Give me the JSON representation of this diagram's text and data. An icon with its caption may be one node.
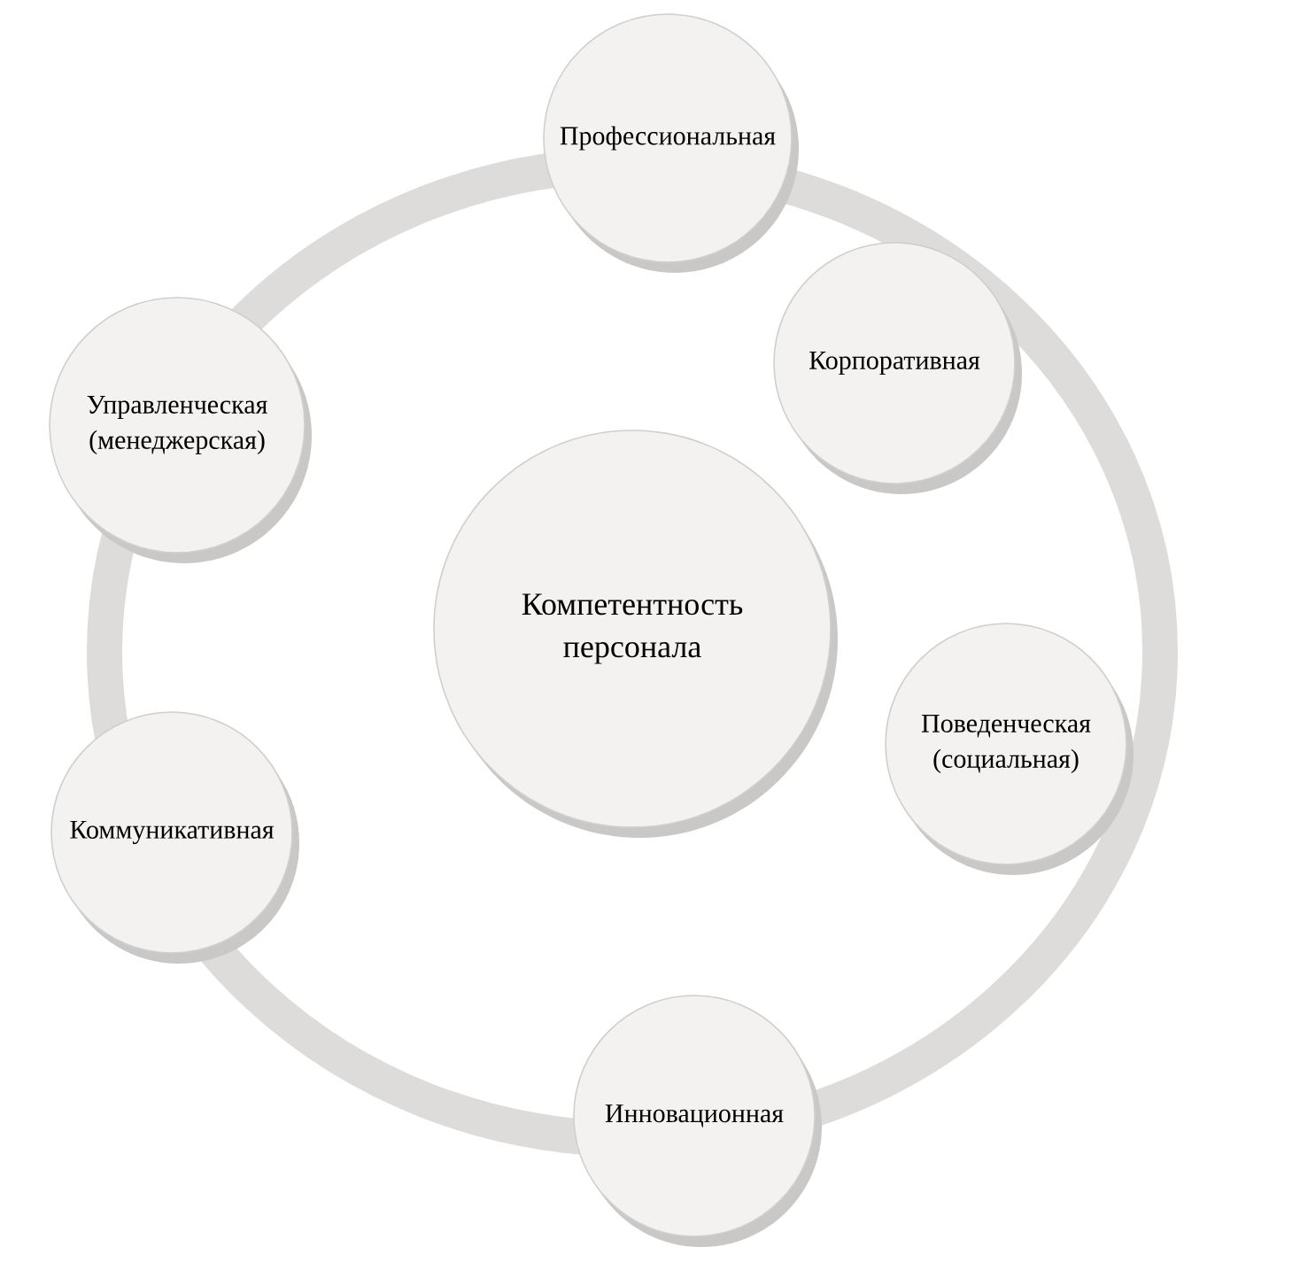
{
  "diagram": {
    "nodes": [
      {
        "text": [
          "Компетентность персонала"
        ]
      },
      {
        "text": [
          "Профессиональная"
        ]
      },
      {
        "text": [
          "Корпоративная"
        ]
      },
      {
        "text": [
          "Поведенческая (социальная)"
        ]
      },
      {
        "text": [
          "Инновационная"
        ]
      },
      {
        "text": [
          "Коммуникативная"
        ]
      },
      {
        "text": [
          "Управленческая (менеджерская)"
        ]
      }
    ]
  }
}
